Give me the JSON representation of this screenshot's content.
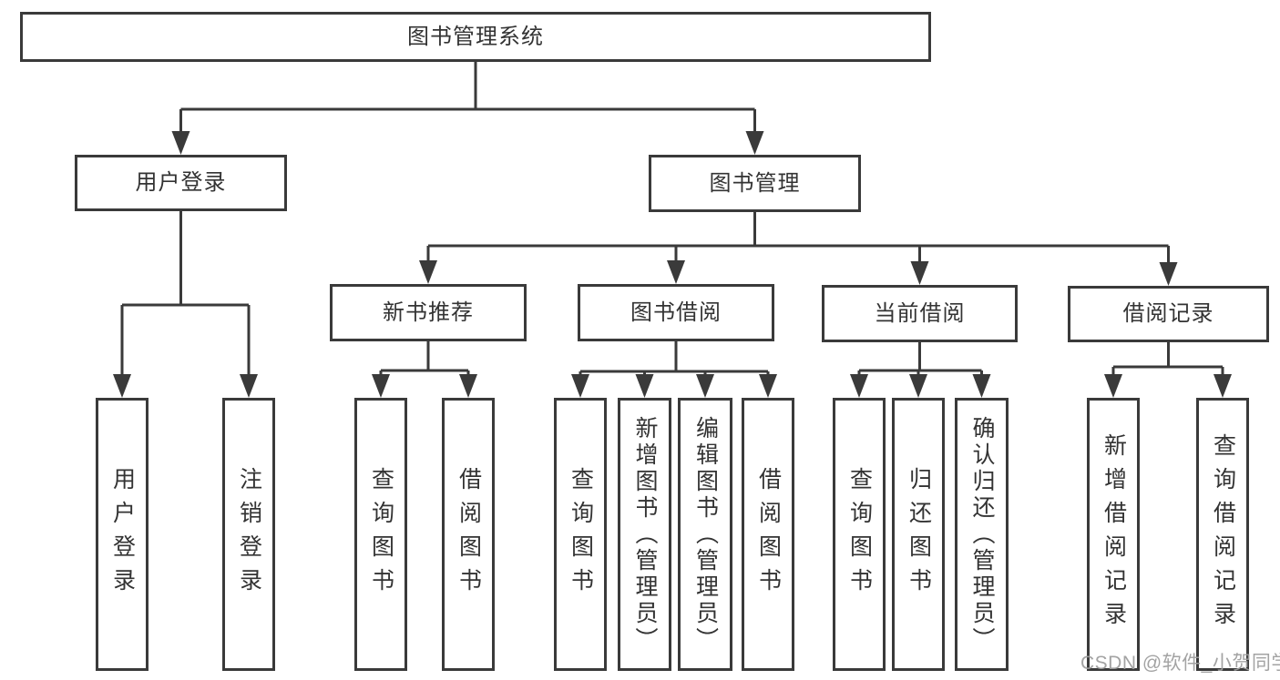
{
  "diagram": {
    "colors": {
      "line": "#3a3a3a",
      "text": "#333333",
      "box_background": "#ffffff",
      "watermark": "#9e9e9e"
    },
    "watermark": "CSDN @软件_小贺同学",
    "nodes": {
      "root": {
        "label": "图书管理系统"
      },
      "user_login": {
        "label": "用户登录"
      },
      "book_mgmt": {
        "label": "图书管理"
      },
      "login": {
        "label": "用户登录"
      },
      "logout": {
        "label": "注销登录"
      },
      "new_book_rec": {
        "label": "新书推荐"
      },
      "book_borrow": {
        "label": "图书借阅"
      },
      "current_borrow": {
        "label": "当前借阅"
      },
      "borrow_records": {
        "label": "借阅记录"
      },
      "query_book_1": {
        "label": "查询图书"
      },
      "borrow_book_1": {
        "label": "借阅图书"
      },
      "query_book_2": {
        "label": "查询图书"
      },
      "add_book": {
        "label": "新增图书（管理员）"
      },
      "edit_book": {
        "label": "编辑图书（管理员）"
      },
      "borrow_book_2": {
        "label": "借阅图书"
      },
      "query_book_3": {
        "label": "查询图书"
      },
      "return_book": {
        "label": "归还图书"
      },
      "confirm_return": {
        "label": "确认归还（管理员）"
      },
      "add_borrow_record": {
        "label": "新增借阅记录"
      },
      "query_borrow_record": {
        "label": "查询借阅记录"
      }
    },
    "edges": [
      {
        "parent": "root",
        "children": [
          "user_login",
          "book_mgmt"
        ]
      },
      {
        "parent": "user_login",
        "children": [
          "login",
          "logout"
        ]
      },
      {
        "parent": "book_mgmt",
        "children": [
          "new_book_rec",
          "book_borrow",
          "current_borrow",
          "borrow_records"
        ]
      },
      {
        "parent": "new_book_rec",
        "children": [
          "query_book_1",
          "borrow_book_1"
        ]
      },
      {
        "parent": "book_borrow",
        "children": [
          "query_book_2",
          "add_book",
          "edit_book",
          "borrow_book_2"
        ]
      },
      {
        "parent": "current_borrow",
        "children": [
          "query_book_3",
          "return_book",
          "confirm_return"
        ]
      },
      {
        "parent": "borrow_records",
        "children": [
          "add_borrow_record",
          "query_borrow_record"
        ]
      }
    ]
  }
}
